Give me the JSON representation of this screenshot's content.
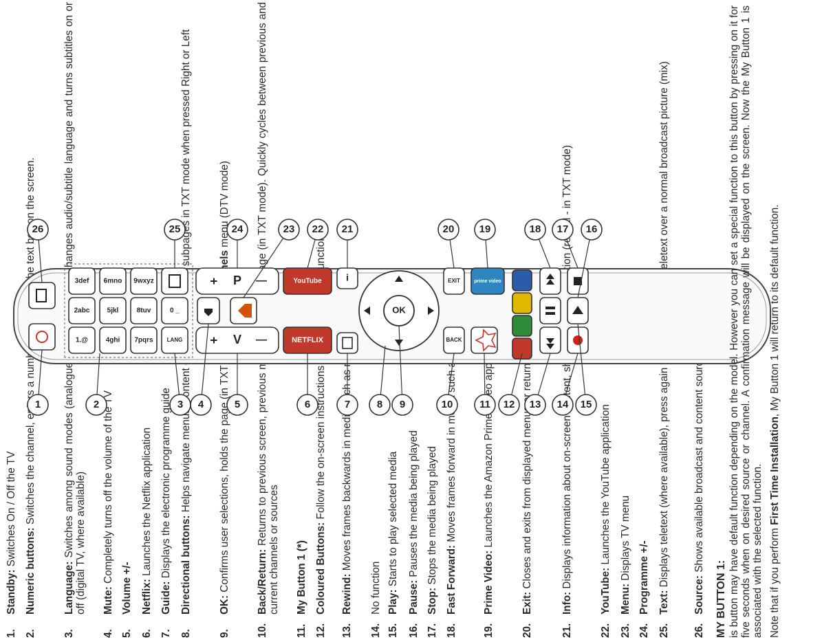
{
  "legend": [
    {
      "num": "1.",
      "term": "Standby:",
      "desc": " Switches On / Off the TV"
    },
    {
      "num": "2.",
      "term": "Numeric buttons:",
      "desc": " Switches the channel, enters a number or a letter in the text box on the screen."
    },
    {
      "num": "3.",
      "term": "Language:",
      "desc": " Switches among sound modes (analogue TV), displays and changes audio/subtitle language and turns subtitles on or off (digital TV, where available)"
    },
    {
      "num": "4.",
      "term": "Mute:",
      "desc": " Completely turns off the volume of the TV"
    },
    {
      "num": "5.",
      "term": "Volume +/-",
      "desc": ""
    },
    {
      "num": "6.",
      "term": "Netflix:",
      "desc": " Launches the Netflix application"
    },
    {
      "num": "7.",
      "term": "Guide:",
      "desc": " Displays the electronic programme guide"
    },
    {
      "num": "8.",
      "term": "Directional buttons:",
      "desc": " Helps navigate menus, content etc. and displays the subpages in TXT mode when pressed Right or Left"
    },
    {
      "num": "9.",
      "term": "OK:",
      "desc": " Confirms user selections, holds the page (in TXT mode), views ",
      "term2": "Channels",
      "desc2": " menu (DTV mode)"
    },
    {
      "num": "10.",
      "term": "Back/Return:",
      "desc": " Returns to previous screen, previous menu, opens index page (in TXT mode). Quickly cycles between previous and current channels or sources"
    },
    {
      "num": "11.",
      "term": "My Button 1 (*)",
      "desc": ""
    },
    {
      "num": "12.",
      "term": "Coloured Buttons:",
      "desc": " Follow the on-screen instructions for coloured button functions"
    },
    {
      "num": "13.",
      "term": "Rewind:",
      "desc": " Moves frames backwards in media such as movies"
    },
    {
      "num": "14.",
      "term": "",
      "desc": "No function"
    },
    {
      "num": "15.",
      "term": "Play:",
      "desc": " Starts to play selected media"
    },
    {
      "num": "16.",
      "term": "Pause:",
      "desc": " Pauses the media being played"
    },
    {
      "num": "17.",
      "term": "Stop:",
      "desc": " Stops the media being played"
    },
    {
      "num": "18.",
      "term": "Fast Forward:",
      "desc": " Moves frames forward in media such as movies"
    },
    {
      "num": "19.",
      "term": "Prime Video:",
      "desc": " Launches the Amazon Prime Video application"
    },
    {
      "num": "20.",
      "term": "Exit:",
      "desc": " Closes and exits from displayed menus or returns to previous screen"
    },
    {
      "num": "21.",
      "term": "Info:",
      "desc": " Displays information about on-screen content, shows hidden information (reveal - in TXT mode)"
    },
    {
      "num": "22.",
      "term": "YouTube:",
      "desc": " Launches the YouTube application"
    },
    {
      "num": "23.",
      "term": "Menu:",
      "desc": " Displays TV menu"
    },
    {
      "num": "24.",
      "term": "Programme +/-",
      "desc": ""
    },
    {
      "num": "25.",
      "term": "Text:",
      "desc": " Displays teletext (where available), press again to superimpose the teletext over a normal broadcast picture (mix)"
    },
    {
      "num": "26.",
      "term": "Source:",
      "desc": " Shows available broadcast and content sources"
    }
  ],
  "my_button": {
    "heading": "MY BUTTON 1:",
    "para1": "is button may have default function depending on the model. However you can set a special function to this button by pressing on it for five seconds when on desired source or channel. A confirmation message will be displayed on the screen. Now the My Button 1 is associated with the selected function.",
    "para2_a": "Note that if you perform ",
    "para2_b": "First Time Installation",
    "para2_c": ", My Button 1 will return to its default function."
  },
  "remote": {
    "callouts": [
      "1",
      "2",
      "3",
      "4",
      "5",
      "6",
      "7",
      "8",
      "9",
      "10",
      "11",
      "12",
      "13",
      "14",
      "15",
      "16",
      "17",
      "18",
      "19",
      "20",
      "21",
      "22",
      "23",
      "24",
      "25",
      "26"
    ],
    "numeric_keys": [
      "1.@",
      "2abc",
      "3def",
      "4ghi",
      "5jkl",
      "6mno",
      "7pqrs",
      "8tuv",
      "9wxyz",
      "0 _"
    ],
    "labels": {
      "vol_letter": "V",
      "prog_letter": "P",
      "netflix": "NETFLIX",
      "youtube": "YouTube",
      "ok": "OK",
      "back": "BACK",
      "exit": "EXIT",
      "info": "i",
      "prime": "prime video",
      "lang": "LANG",
      "plus": "+",
      "minus": "—"
    },
    "colors": {
      "netflix_red": "#c0392b",
      "youtube_red": "#c0392b",
      "home_orange": "#d35400",
      "prime_blue": "#2e86c1",
      "key_red": "#c0392b",
      "key_green": "#2e8b3a",
      "key_yellow": "#e1b800",
      "key_blue": "#2a5caa",
      "record_red": "#d61e1e"
    }
  }
}
